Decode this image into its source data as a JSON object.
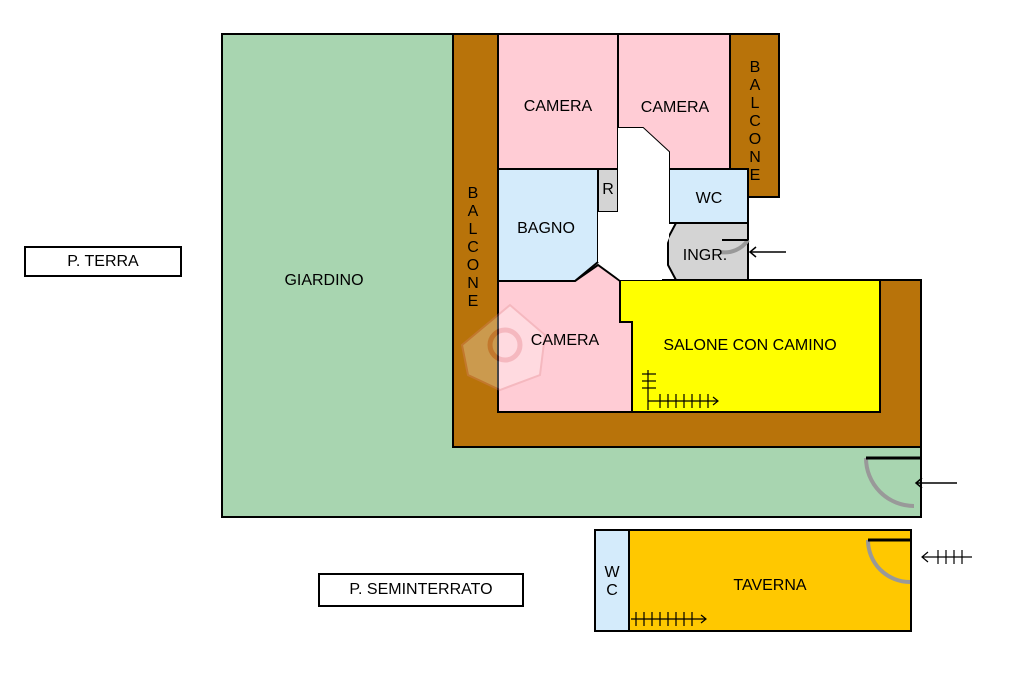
{
  "floors": {
    "ground_floor_label": "P. TERRA",
    "basement_label": "P. SEMINTERRATO"
  },
  "rooms": {
    "garden": "GIARDINO",
    "bedroom_top_left": "CAMERA",
    "bedroom_top_right": "CAMERA",
    "bedroom_bottom": "CAMERA",
    "bathroom": "BAGNO",
    "closet": "R",
    "wc": "WC",
    "entrance": "INGR.",
    "living_room": "SALONE CON CAMINO",
    "tavern": "TAVERNA",
    "basement_wc": [
      "W",
      "C"
    ],
    "balcony_left": [
      "B",
      "A",
      "L",
      "C",
      "O",
      "N",
      "E"
    ],
    "balcony_right": [
      "B",
      "A",
      "L",
      "C",
      "O",
      "N",
      "E"
    ]
  },
  "colors": {
    "garden": "#a8d5b0",
    "balcony": "#b8730a",
    "bedroom": "#ffccd5",
    "bathroom": "#d4ebfb",
    "entrance": "#d4d4d4",
    "living_room": "#ffff00",
    "tavern": "#ffc800",
    "walls": "#000000"
  }
}
